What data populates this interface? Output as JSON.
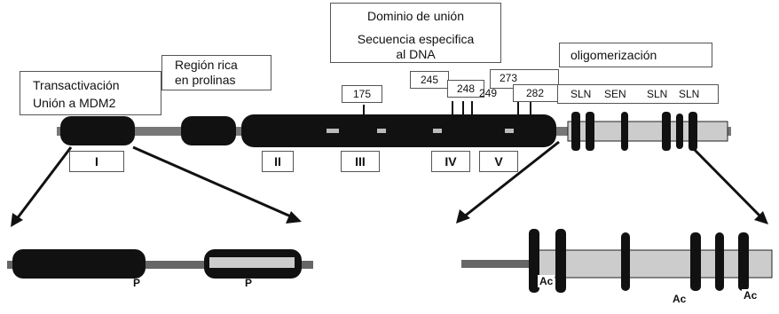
{
  "domain_labels": {
    "binding_title": "Dominio de unión",
    "binding_subtitle_1": "Secuencia especifica",
    "binding_subtitle_2": "al DNA",
    "transactivation": "Transactivación",
    "mdm2_binding": "Unión a MDM2",
    "proline_rich_1": "Región rica",
    "proline_rich_2": "en prolinas",
    "oligomerization": "oligomerización"
  },
  "residues": {
    "r175": "175",
    "r245": "245",
    "r248": "248",
    "r249": "249",
    "r273": "273",
    "r282": "282"
  },
  "motifs": {
    "m1": "SLN",
    "m2": "SEN",
    "m3": "SLN",
    "m4": "SLN"
  },
  "regions": {
    "r1": "I",
    "r2": "II",
    "r3": "III",
    "r4": "IV",
    "r5": "V"
  },
  "modifications": {
    "phospho": "P",
    "acetyl": "Ac"
  },
  "colors": {
    "domain_fill": "#111111",
    "shaded_fill": "#cfcfcf",
    "line": "#222222"
  }
}
